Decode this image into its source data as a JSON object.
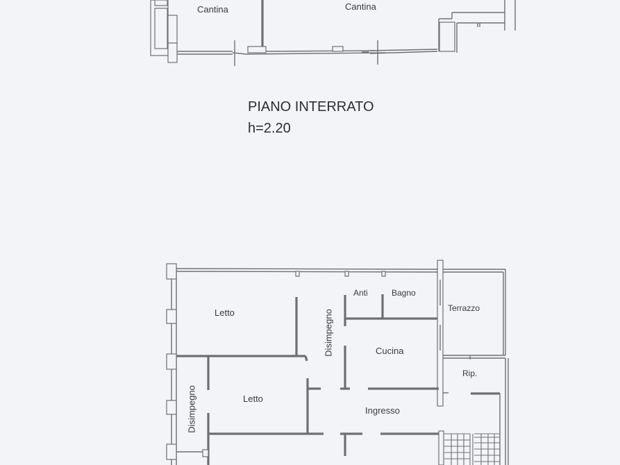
{
  "basement": {
    "title": "PIANO INTERRATO",
    "height": "h=2.20",
    "rooms": [
      {
        "name": "Cantina"
      },
      {
        "name": "Cantina"
      }
    ]
  },
  "ground_floor": {
    "rooms": [
      {
        "name": "Letto"
      },
      {
        "name": "Disimpegno"
      },
      {
        "name": "Anti"
      },
      {
        "name": "Bagno"
      },
      {
        "name": "Terrazzo"
      },
      {
        "name": "Cucina"
      },
      {
        "name": "Rip."
      },
      {
        "name": "Disimpegno"
      },
      {
        "name": "Letto"
      },
      {
        "name": "Ingresso"
      }
    ]
  },
  "colors": {
    "paper": "#f3f4f8",
    "walls": "#6f6f73",
    "text": "#3a3a3e"
  }
}
